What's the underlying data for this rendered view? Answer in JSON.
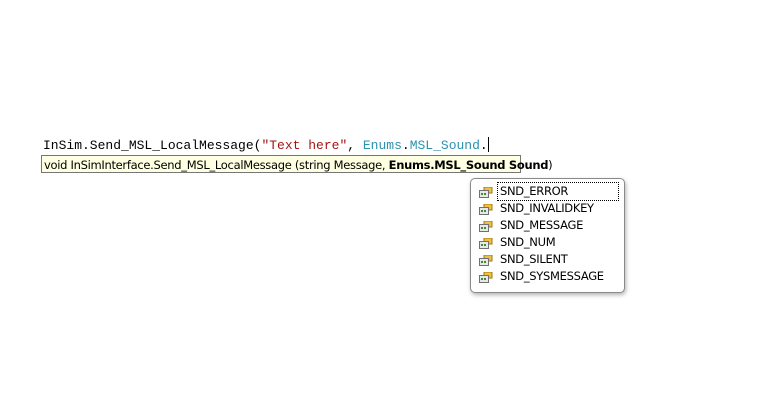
{
  "editor": {
    "code_parts": [
      {
        "text": "InSim.Send_MSL_LocalMessage(",
        "kind": "plain"
      },
      {
        "text": "\"Text here\"",
        "kind": "string"
      },
      {
        "text": ", ",
        "kind": "plain"
      },
      {
        "text": "Enums",
        "kind": "type"
      },
      {
        "text": ".",
        "kind": "plain"
      },
      {
        "text": "MSL_Sound",
        "kind": "type"
      },
      {
        "text": ".",
        "kind": "plain"
      }
    ]
  },
  "tooltip": {
    "prefix": "void InSimInterface.Send_MSL_LocalMessage (string Message, ",
    "bold": "Enums.MSL_Sound Sound",
    "suffix": ")"
  },
  "completion": {
    "icon": "enum-member-icon",
    "items": [
      "SND_ERROR",
      "SND_INVALIDKEY",
      "SND_MESSAGE",
      "SND_NUM",
      "SND_SILENT",
      "SND_SYSMESSAGE"
    ],
    "selected": 0
  }
}
